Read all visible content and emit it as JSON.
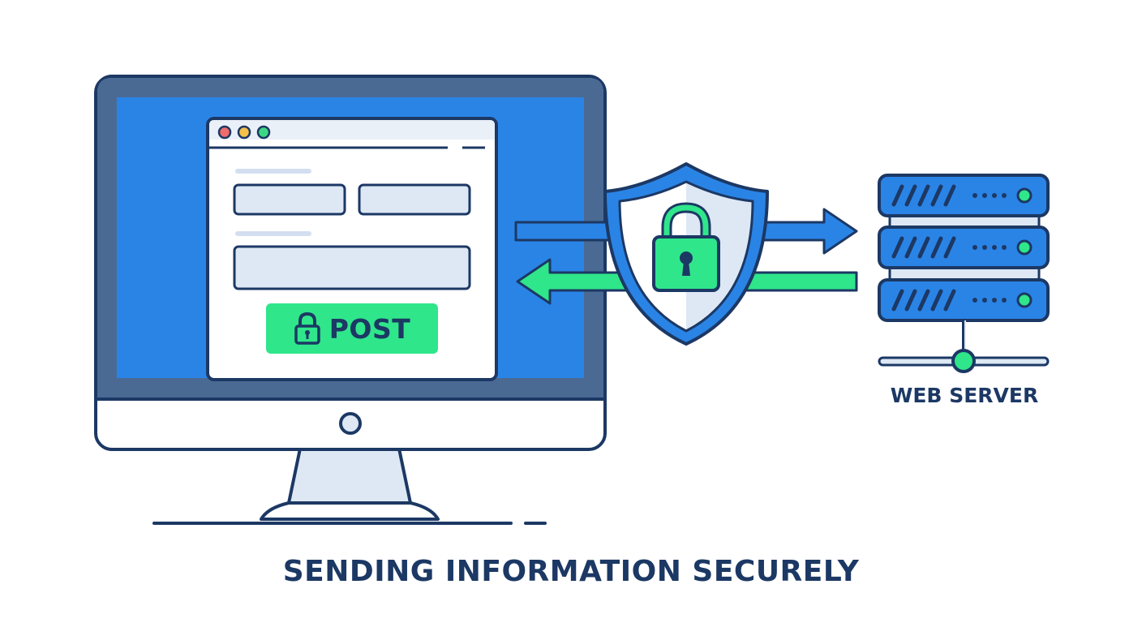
{
  "diagram": {
    "caption": "SENDING INFORMATION SECURELY",
    "post_button": {
      "label": "POST",
      "icon": "padlock-icon"
    },
    "server": {
      "label": "WEB SERVER",
      "icon": "server-rack-icon"
    },
    "shield_icon": "shield-padlock-icon",
    "window_control_colors": [
      "#f06b6b",
      "#f4c04a",
      "#3bd883"
    ],
    "colors": {
      "navy": "#1c3864",
      "blue": "#2a84e6",
      "bezel": "#4a6a94",
      "green": "#2fe68a",
      "light_blue": "#dde8f4"
    }
  }
}
